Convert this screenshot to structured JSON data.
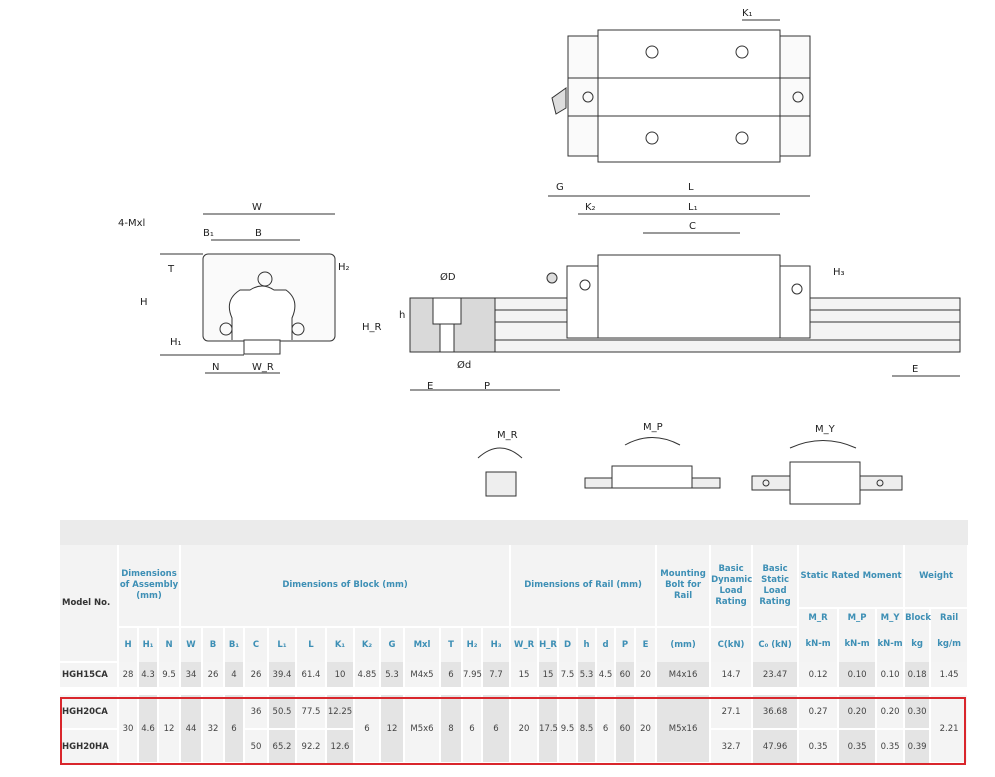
{
  "drawing": {
    "labels": {
      "K1": "K₁",
      "G": "G",
      "K2": "K₂",
      "L": "L",
      "L1": "L₁",
      "C": "C",
      "H3": "H₃",
      "phiD": "ØD",
      "h": "h",
      "HR": "H_R",
      "phid": "Ød",
      "E": "E",
      "P": "P",
      "E2": "E",
      "W": "W",
      "B1": "B₁",
      "B": "B",
      "Mxl": "4-Mxl",
      "T": "T",
      "H2": "H₂",
      "H": "H",
      "H1": "H₁",
      "N": "N",
      "WR": "W_R",
      "MR": "M_R",
      "MP": "M_P",
      "MY": "M_Y"
    }
  },
  "table": {
    "groups": {
      "model": "Model No.",
      "assembly": "Dimensions of Assembly (mm)",
      "block": "Dimensions of Block (mm)",
      "rail": "Dimensions of Rail (mm)",
      "bolt": "Mounting Bolt for Rail",
      "dynamic": "Basic Dynamic Load Rating",
      "static": "Basic Static Load Rating",
      "moment": "Static Rated Moment",
      "weight": "Weight"
    },
    "sub": {
      "mr": "M_R",
      "mp": "M_P",
      "my": "M_Y",
      "block": "Block",
      "rail": "Rail"
    },
    "units": [
      "H",
      "H₁",
      "N",
      "W",
      "B",
      "B₁",
      "C",
      "L₁",
      "L",
      "K₁",
      "K₂",
      "G",
      "Mxl",
      "T",
      "H₂",
      "H₃",
      "W_R",
      "H_R",
      "D",
      "h",
      "d",
      "P",
      "E",
      "(mm)",
      "C(kN)",
      "C₀ (kN)",
      "kN-m",
      "kN-m",
      "kN-m",
      "kg",
      "kg/m"
    ],
    "rows": {
      "hgh15ca": {
        "model": "HGH15CA",
        "values": [
          "28",
          "4.3",
          "9.5",
          "34",
          "26",
          "4",
          "26",
          "39.4",
          "61.4",
          "10",
          "4.85",
          "5.3",
          "M4x5",
          "6",
          "7.95",
          "7.7",
          "15",
          "15",
          "7.5",
          "5.3",
          "4.5",
          "60",
          "20",
          "M4x16",
          "14.7",
          "23.47",
          "0.12",
          "0.10",
          "0.10",
          "0.18",
          "1.45"
        ]
      },
      "hgh20": {
        "shared": {
          "H": "30",
          "H1": "4.6",
          "N": "12",
          "W": "44",
          "B": "32",
          "B1": "6",
          "K2": "6",
          "G": "12",
          "Mxl": "M5x6",
          "T": "8",
          "H2": "6",
          "H3": "6",
          "WR": "20",
          "HR": "17.5",
          "D": "9.5",
          "h": "8.5",
          "d": "6",
          "P": "60",
          "E": "20",
          "bolt": "M5x16",
          "rail": "2.21"
        },
        "ca": {
          "model": "HGH20CA",
          "C": "36",
          "L1": "50.5",
          "L": "77.5",
          "K1": "12.25",
          "dyn": "27.1",
          "stat": "36.68",
          "mr": "0.27",
          "mp": "0.20",
          "my": "0.20",
          "block": "0.30"
        },
        "ha": {
          "model": "HGH20HA",
          "C": "50",
          "L1": "65.2",
          "L": "92.2",
          "K1": "12.6",
          "dyn": "32.7",
          "stat": "47.96",
          "mr": "0.35",
          "mp": "0.35",
          "my": "0.35",
          "block": "0.39"
        }
      }
    }
  },
  "colors": {
    "header_text": "#3d8fb5",
    "highlight": "#d9262c"
  }
}
